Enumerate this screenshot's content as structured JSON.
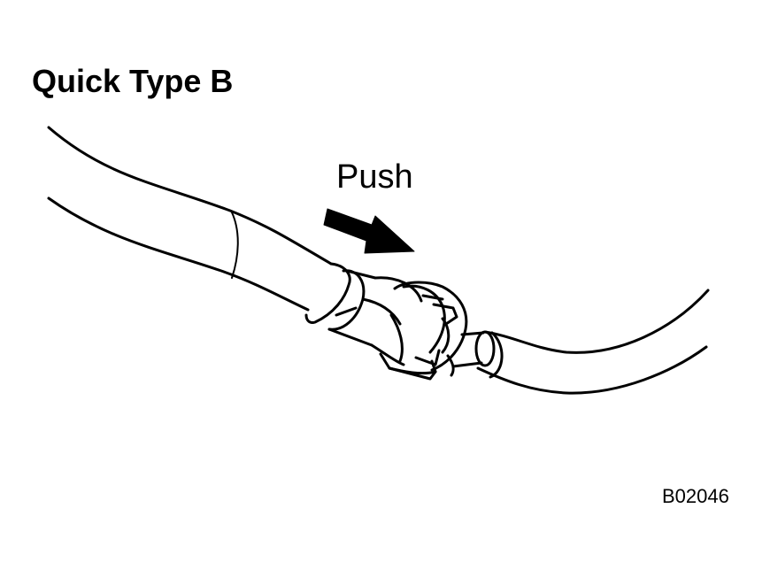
{
  "title": "Quick Type B",
  "push_label": "Push",
  "figure_code": "B02046",
  "icons": {
    "push_arrow": "arrow-right-icon"
  },
  "colors": {
    "line": "#000000",
    "background": "#ffffff"
  }
}
